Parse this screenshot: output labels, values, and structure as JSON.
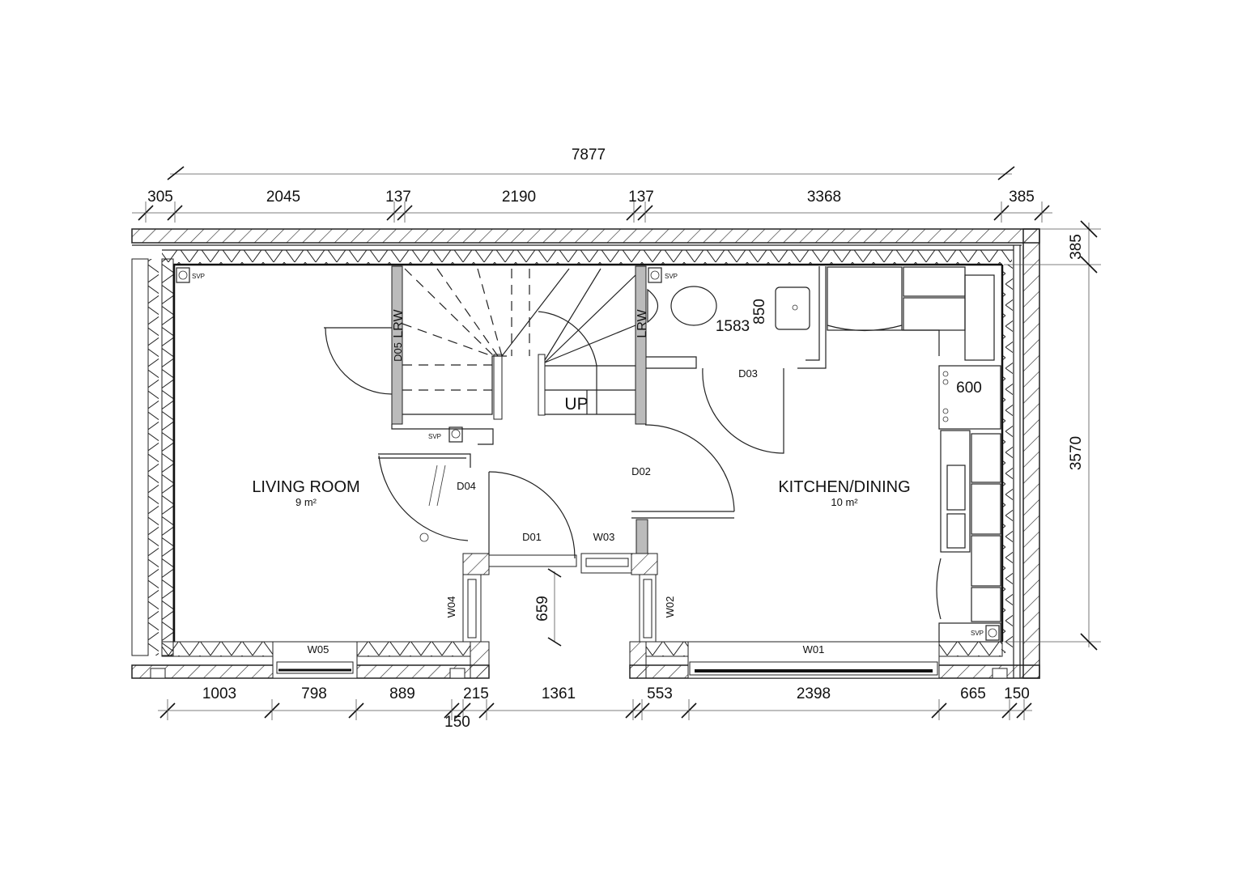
{
  "dimensions": {
    "overall": "7877",
    "top": [
      "305",
      "2045",
      "137",
      "2190",
      "137",
      "3368",
      "385"
    ],
    "bottom": [
      "1003",
      "798",
      "889",
      "215",
      "1361",
      "553",
      "2398",
      "665",
      "150"
    ],
    "bottom_extra": "150",
    "right": [
      "385",
      "3570"
    ],
    "internal": {
      "wc_width": "1583",
      "wc_depth": "850",
      "hob": "600",
      "porch": "659"
    }
  },
  "rooms": [
    {
      "name": "LIVING ROOM",
      "area": "9 m²"
    },
    {
      "name": "KITCHEN/DINING",
      "area": "10 m²"
    }
  ],
  "doors": [
    "D01",
    "D02",
    "D03",
    "D04",
    "D05"
  ],
  "windows": [
    "W01",
    "W02",
    "W03",
    "W04",
    "W05"
  ],
  "labels": {
    "stairs": "UP",
    "lrw": "LRW",
    "svp": "SVP"
  }
}
